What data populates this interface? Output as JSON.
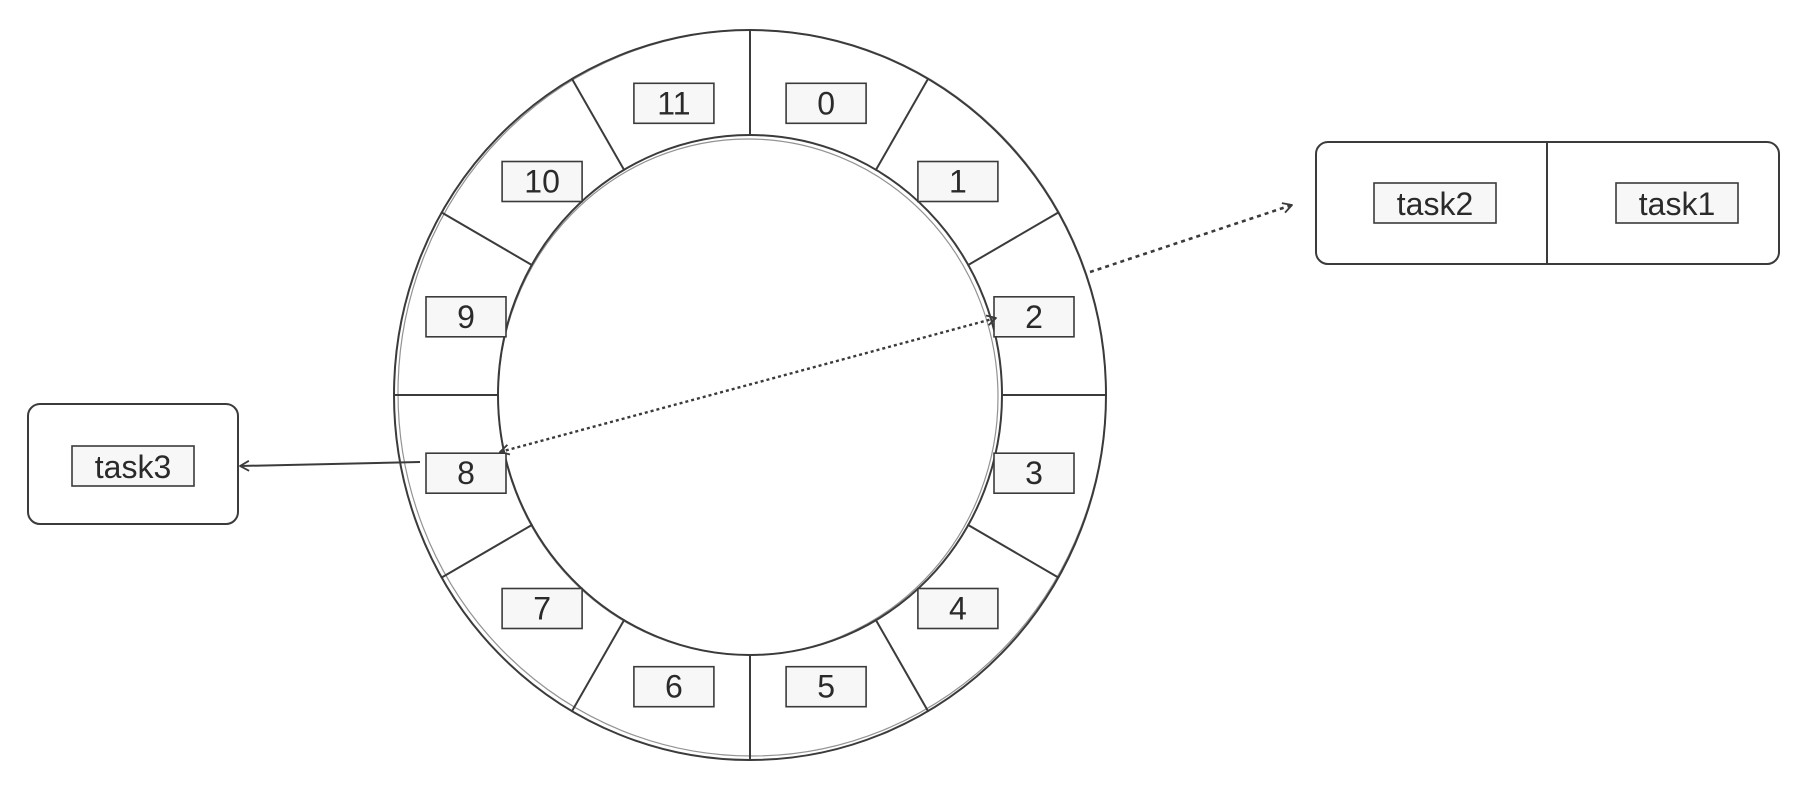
{
  "wheel": {
    "slots": [
      "0",
      "1",
      "2",
      "3",
      "4",
      "5",
      "6",
      "7",
      "8",
      "9",
      "10",
      "11"
    ]
  },
  "tasks": {
    "task1": "task1",
    "task2": "task2",
    "task3": "task3"
  },
  "colors": {
    "stroke": "#3b3b3b",
    "hatch": "#d8d8d8",
    "background": "#ffffff"
  }
}
